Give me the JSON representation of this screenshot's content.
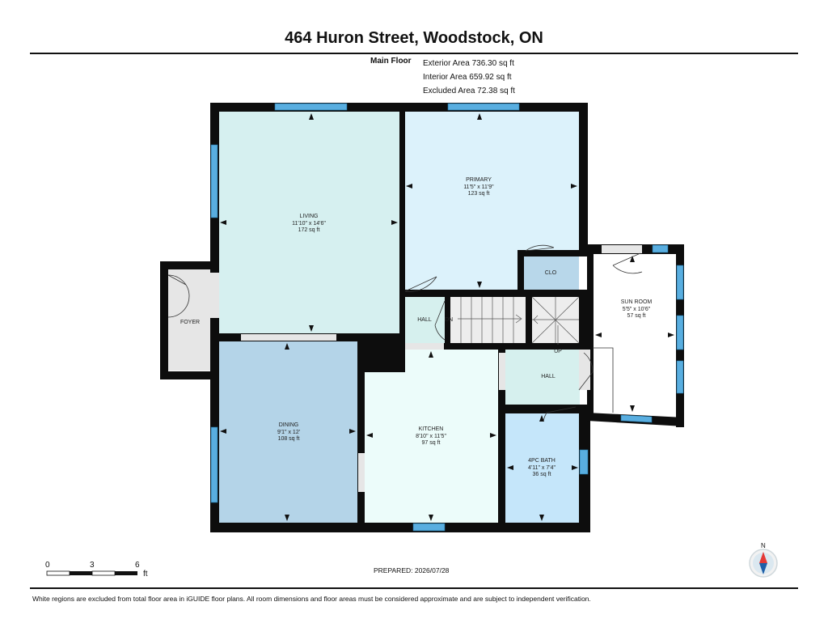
{
  "title": "464 Huron Street, Woodstock, ON",
  "floor": {
    "name": "Main Floor",
    "exterior_area": "Exterior Area 736.30 sq ft",
    "interior_area": "Interior Area 659.92 sq ft",
    "excluded_area": "Excluded Area 72.38 sq ft"
  },
  "rooms": {
    "living": {
      "name": "LIVING",
      "dims": "11'10\" x 14'6\"",
      "area": "172 sq ft"
    },
    "primary": {
      "name": "PRIMARY",
      "dims": "11'5\" x 11'9\"",
      "area": "123 sq ft"
    },
    "clo": {
      "name": "CLO"
    },
    "foyer": {
      "name": "FOYER"
    },
    "hall1": {
      "name": "HALL"
    },
    "dn": {
      "name": "DN"
    },
    "up": {
      "name": "UP"
    },
    "hall2": {
      "name": "HALL"
    },
    "sunroom": {
      "name": "SUN ROOM",
      "dims": "5'5\" x 10'6\"",
      "area": "57 sq ft"
    },
    "dining": {
      "name": "DINING",
      "dims": "9'1\" x 12'",
      "area": "108 sq ft"
    },
    "kitchen": {
      "name": "KITCHEN",
      "dims": "8'10\" x 11'5\"",
      "area": "97 sq ft"
    },
    "bath": {
      "name": "4PC BATH",
      "dims": "4'11\" x 7'4\"",
      "area": "36 sq ft"
    }
  },
  "scale": {
    "ticks": [
      "0",
      "3",
      "6"
    ],
    "unit": "ft"
  },
  "compass": {
    "label": "N"
  },
  "prepared": "PREPARED: 2026/07/28",
  "disclaimer": "White regions are excluded from total floor area in iGUIDE floor plans. All room dimensions and floor areas must be considered approximate and are subject to independent verification.",
  "colors": {
    "wall": "#0d0d0d",
    "living": "#d6f0f0",
    "primary": "#dcf2fb",
    "clo": "#b8d7ea",
    "dining": "#b4d4e8",
    "kitchen": "#ecfcfa",
    "bath": "#c5e6fa",
    "hall": "#d6f0ee",
    "window": "#59aee0",
    "excluded": "#e6e6e6"
  }
}
